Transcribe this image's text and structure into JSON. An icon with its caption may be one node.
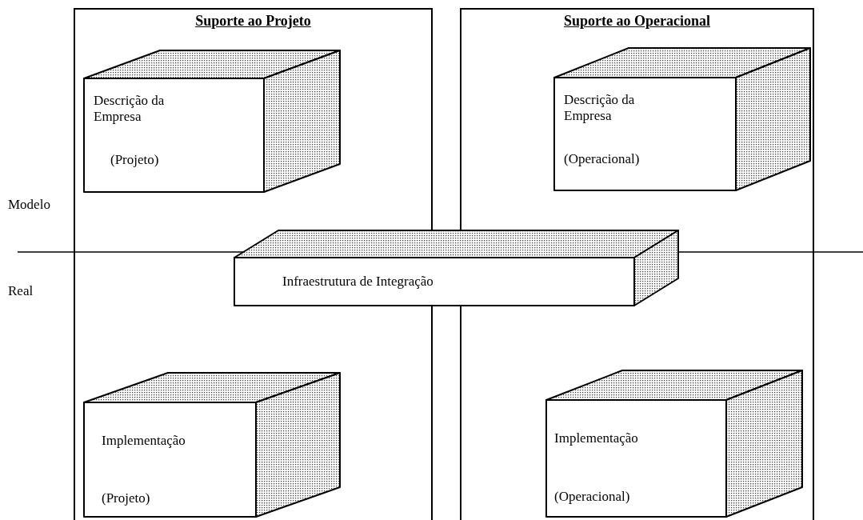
{
  "diagram": {
    "nodes": [
      {
        "text": [
          "Suporte ao Projeto"
        ]
      },
      {
        "text": [
          "Descrição da Empresa",
          "(Projeto)"
        ],
        "in": 0
      },
      {
        "text": [
          "Suporte ao Operacional"
        ]
      },
      {
        "text": [
          "Descrição da Empresa",
          "(Operacional)"
        ],
        "in": 2
      },
      {
        "text": [
          "Infraestrutura de Integração"
        ]
      },
      {
        "text": [
          "Implementação",
          "(Projeto)"
        ],
        "in": 0
      },
      {
        "text": [
          "Implementação",
          "(Operacional)"
        ],
        "in": 2
      }
    ],
    "labels": [
      "Modelo",
      "Real"
    ]
  }
}
